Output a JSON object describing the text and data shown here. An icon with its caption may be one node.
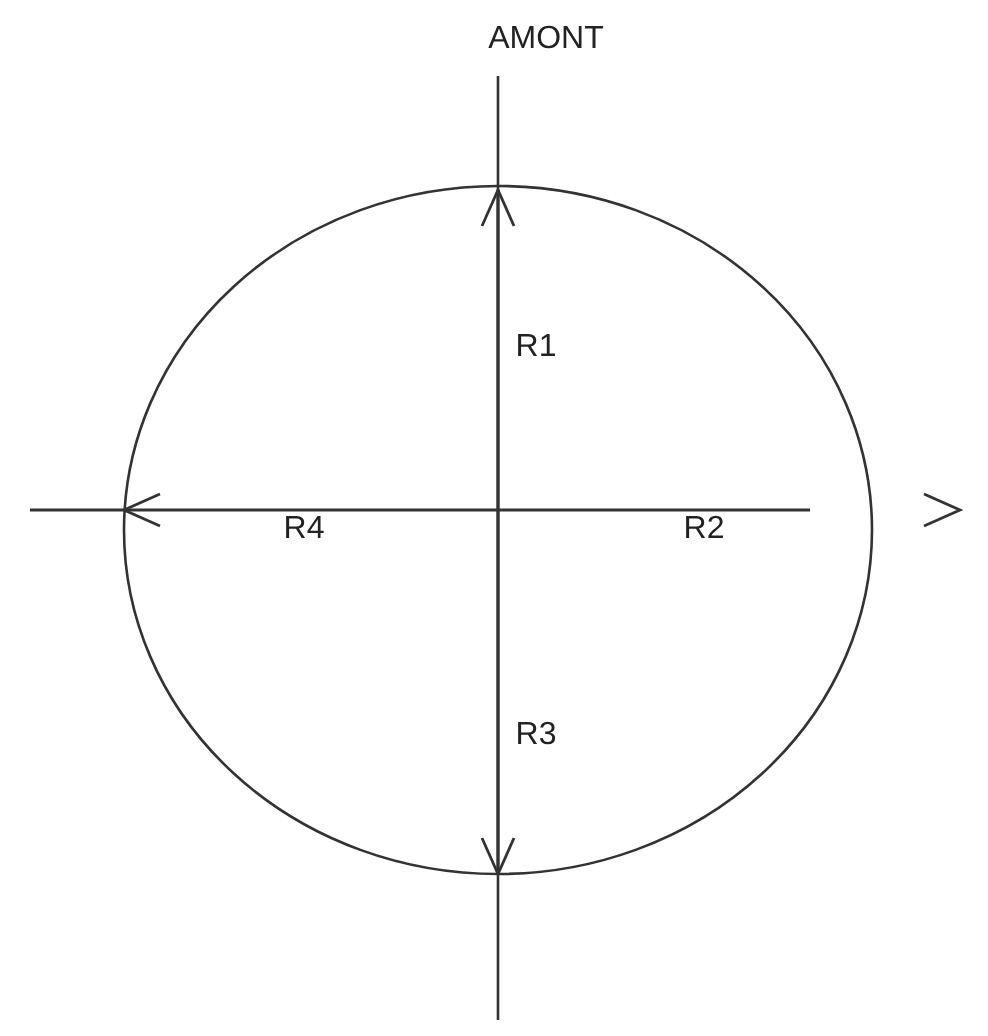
{
  "diagram": {
    "labels": [
      "AMONT",
      "R1",
      "R4",
      "R2",
      "R3"
    ]
  }
}
